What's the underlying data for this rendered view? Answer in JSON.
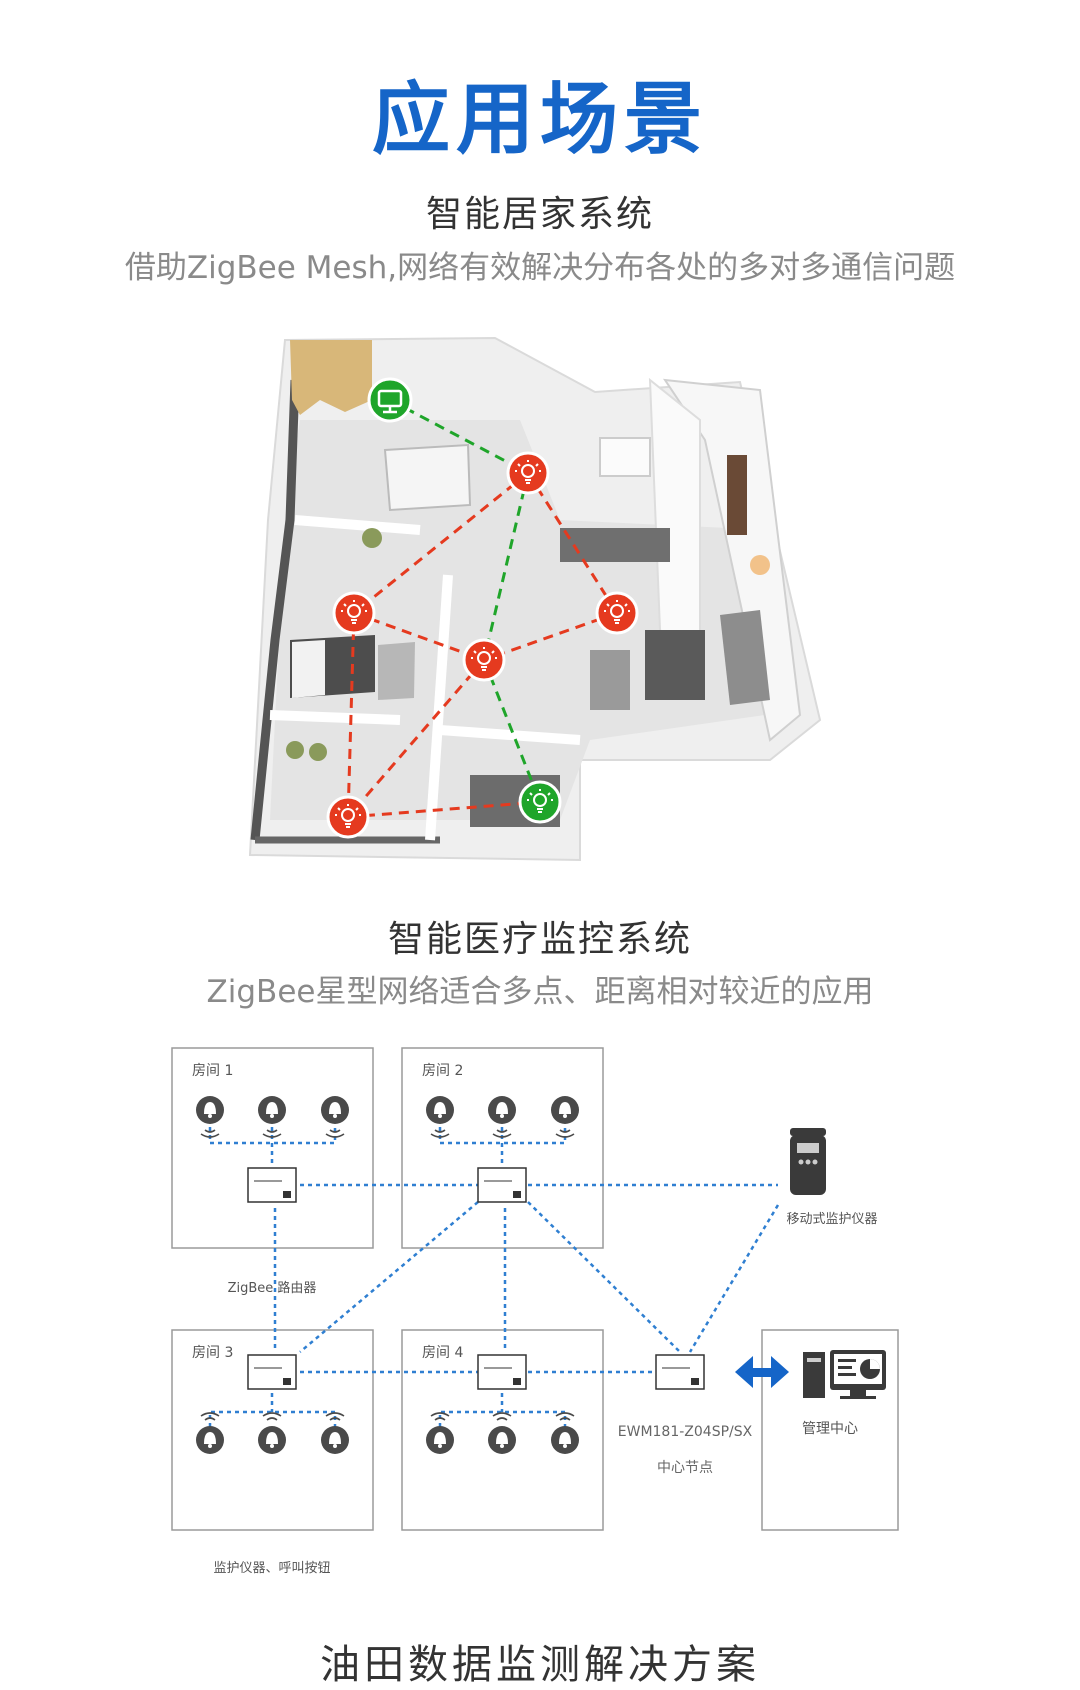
{
  "header": {
    "title": "应用场景"
  },
  "smart_home": {
    "title": "智能居家系统",
    "subtitle": "借助ZigBee Mesh,网络有效解决分布各处的多对多通信问题",
    "colors": {
      "router": "#e53a1f",
      "end_device": "#1fa52a",
      "red_link": "#e53a1f",
      "green_link": "#1fa52a"
    },
    "icons": {
      "router": "bulb-icon",
      "controller": "monitor-icon"
    }
  },
  "medical": {
    "title": "智能医疗监控系统",
    "subtitle": "ZigBee星型网络适合多点、距离相对较近的应用",
    "rooms": [
      {
        "label": "房间 1"
      },
      {
        "label": "房间 2"
      },
      {
        "label": "房间 3"
      },
      {
        "label": "房间 4"
      }
    ],
    "module_text": "EWM181-Z04SP/SX",
    "router_label": "ZigBee 路由器",
    "button_label": "监护仪器、呼叫按钮",
    "mobile_label": "移动式监护仪器",
    "center_label": "EWM181-Z04SP/SX",
    "center_sub": "中心节点",
    "mgmt_label": "管理中心",
    "colors": {
      "link": "#2f7fd1",
      "arrow": "#1565c8",
      "box_border": "#9a9a9a"
    }
  },
  "next_section": {
    "title": "油田数据监测解决方案"
  }
}
